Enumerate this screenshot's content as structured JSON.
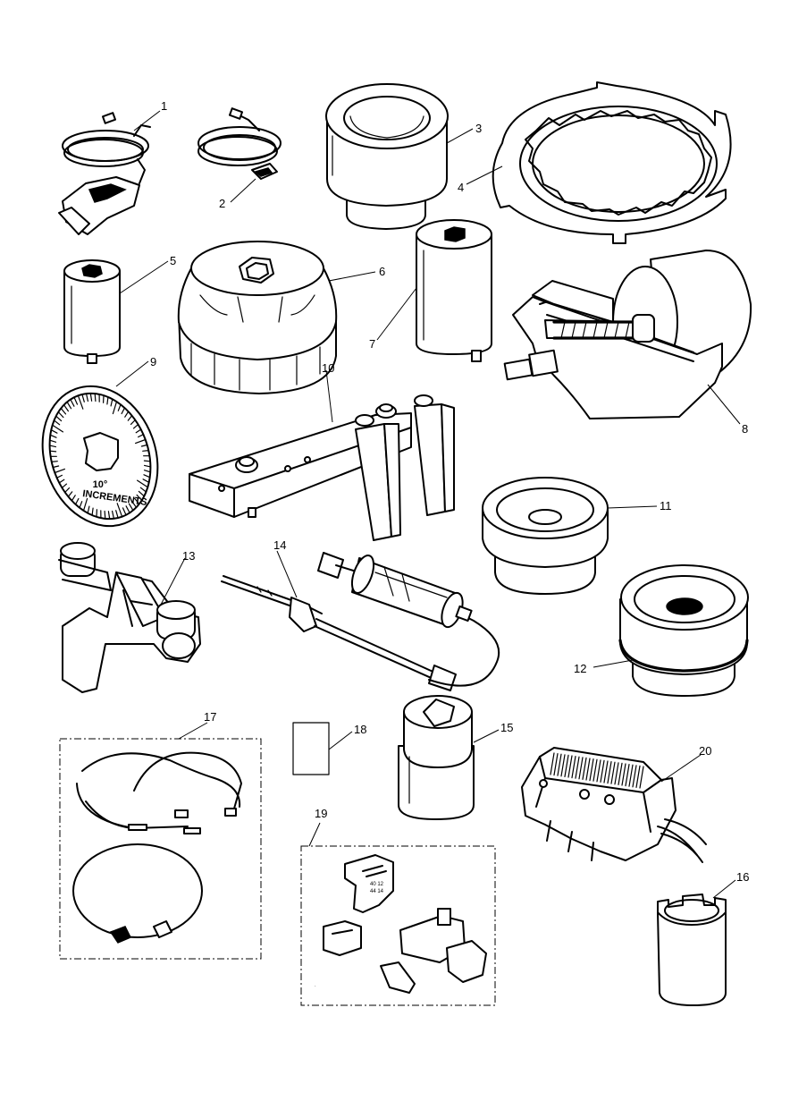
{
  "callouts": [
    {
      "id": "1",
      "text": "1"
    },
    {
      "id": "2",
      "text": "2"
    },
    {
      "id": "3",
      "text": "3"
    },
    {
      "id": "4",
      "text": "4"
    },
    {
      "id": "5",
      "text": "5"
    },
    {
      "id": "6",
      "text": "6"
    },
    {
      "id": "7",
      "text": "7"
    },
    {
      "id": "8",
      "text": "8"
    },
    {
      "id": "9",
      "text": "9"
    },
    {
      "id": "10",
      "text": "10"
    },
    {
      "id": "11",
      "text": "11"
    },
    {
      "id": "12",
      "text": "12"
    },
    {
      "id": "13",
      "text": "13"
    },
    {
      "id": "14",
      "text": "14"
    },
    {
      "id": "15",
      "text": "15"
    },
    {
      "id": "16",
      "text": "16"
    },
    {
      "id": "17",
      "text": "17"
    },
    {
      "id": "18",
      "text": "18"
    },
    {
      "id": "19",
      "text": "19"
    },
    {
      "id": "20",
      "text": "20"
    }
  ],
  "dial": {
    "line1": "10°",
    "line2": "INCREMENTS"
  },
  "part19_marks": {
    "a": "40 12",
    "b": "44 14"
  }
}
